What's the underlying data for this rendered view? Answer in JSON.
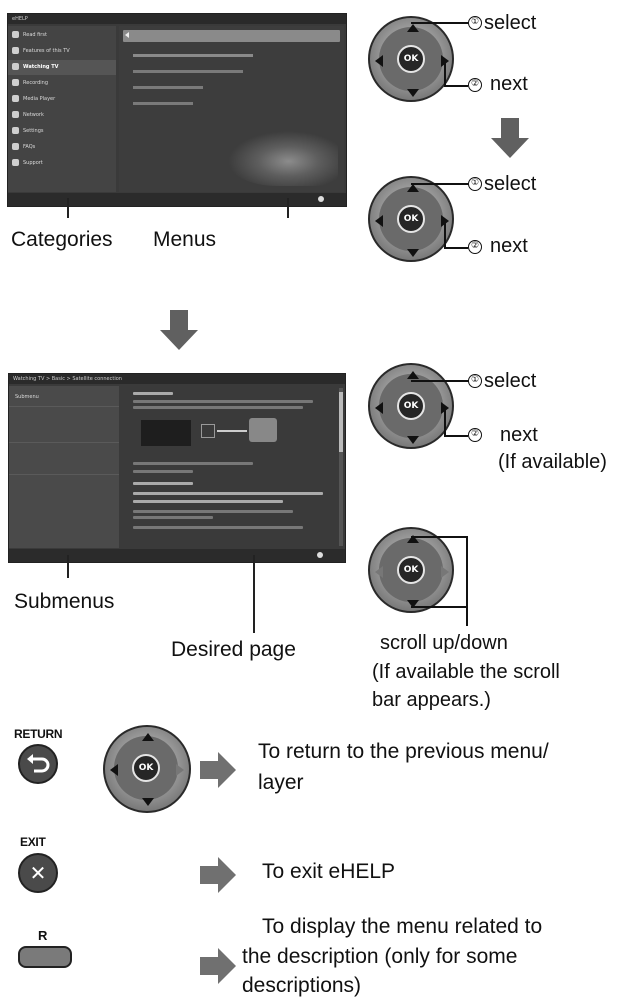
{
  "screen_top": {
    "header": "eHELP",
    "categories": [
      "Read first",
      "Features of this TV",
      "Watching TV",
      "Recording",
      "Media Player",
      "Network",
      "Settings",
      "FAQs",
      "Support"
    ],
    "active_index": 2
  },
  "screen_bottom": {
    "header": "Watching TV > Basic > Satellite connection",
    "submenu_title": "Submenu"
  },
  "labels": {
    "categories": "Categories",
    "menus": "Menus",
    "submenus": "Submenus",
    "desired_page": "Desired page"
  },
  "steps": {
    "n1": "①",
    "select": "select",
    "n2": "②",
    "next": "next",
    "if_available": "(If available)"
  },
  "scroll": {
    "line1": "scroll up/down",
    "line2": "(If available the scroll",
    "line3": "bar appears.)"
  },
  "ok_label": "OK",
  "buttons": {
    "return_label": "RETURN",
    "return_desc_1": "To return to the previous menu/",
    "return_desc_2": "layer",
    "exit_label": "EXIT",
    "exit_desc": "To exit eHELP",
    "r_label": "R",
    "r_desc_1": "To display the menu related to",
    "r_desc_2": "the description (only for some",
    "r_desc_3": "descriptions)"
  },
  "icons": [
    "up-arrow-icon",
    "down-arrow-icon",
    "left-arrow-icon",
    "right-arrow-icon",
    "return-icon",
    "close-icon"
  ],
  "colors": {
    "arrow": "#606060",
    "screen": "#3a3a3a"
  }
}
